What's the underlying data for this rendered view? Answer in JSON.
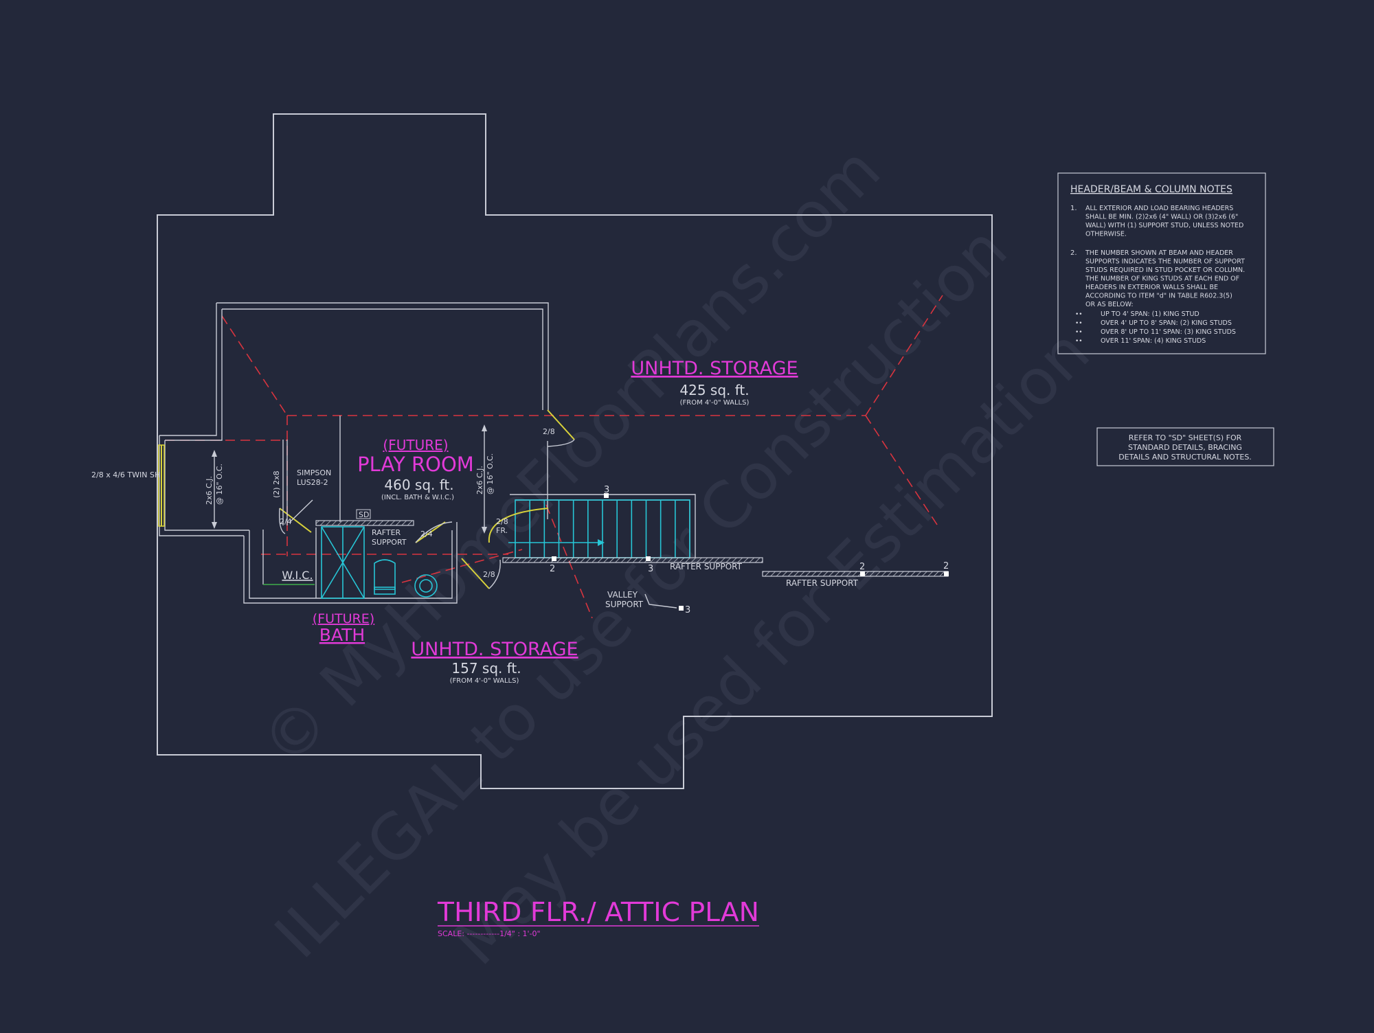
{
  "drawing": {
    "title": "THIRD FLR./ ATTIC PLAN",
    "scale": "SCALE: ------------1/4\" : 1'-0\""
  },
  "watermark": {
    "line1": "© MyHomeFloorPlans.com",
    "line2": "ILLEGAL to use for Construction",
    "line3": "May be used for Estimation"
  },
  "rooms": {
    "unhtd_storage_top": {
      "name": "UNHTD. STORAGE",
      "area": "425 sq. ft.",
      "note": "(FROM 4'-0\" WALLS)"
    },
    "play_room": {
      "prefix": "(FUTURE)",
      "name": "PLAY ROOM",
      "area": "460 sq. ft.",
      "note": "(INCL. BATH & W.I.C.)"
    },
    "bath": {
      "prefix": "(FUTURE)",
      "name": "BATH"
    },
    "wic": {
      "name": "W.I.C."
    },
    "unhtd_storage_bottom": {
      "name": "UNHTD. STORAGE",
      "area": "157 sq. ft.",
      "note": "(FROM 4'-0\" WALLS)"
    }
  },
  "labels": {
    "window": "2/8 x 4/6 TWIN SH",
    "cj_left_1": "2x6 C.J.",
    "cj_left_2": "@ 16\" O.C.",
    "cj_mid_1": "2x6 C.J.",
    "cj_mid_2": "@ 16\" O.C.",
    "header_2x8": "(2) 2x8",
    "simpson_1": "SIMPSON",
    "simpson_2": "LUS28-2",
    "sd": "SD",
    "rafter_support_small_1": "RAFTER",
    "rafter_support_small_2": "SUPPORT",
    "door_2_4_a": "2/4",
    "door_2_4_b": "2/4",
    "door_2_8_a": "2/8",
    "door_2_8_b": "2/8",
    "door_2_8_fr_1": "2/8",
    "door_2_8_fr_2": "FR.",
    "rafter_support_1": "RAFTER SUPPORT",
    "rafter_support_2": "RAFTER SUPPORT",
    "valley_support_1": "VALLEY",
    "valley_support_2": "SUPPORT",
    "num_3a": "3",
    "num_2a": "2",
    "num_3b": "3",
    "num_3c": "3",
    "num_2b": "2",
    "num_2c": "2"
  },
  "notes": {
    "title": "HEADER/BEAM & COLUMN NOTES",
    "n1_num": "1.",
    "n1": [
      "ALL EXTERIOR AND LOAD BEARING HEADERS",
      "SHALL BE MIN. (2)2x6 (4\" WALL) OR (3)2x6 (6\"",
      "WALL) WITH (1) SUPPORT STUD, UNLESS NOTED",
      "OTHERWISE."
    ],
    "n2_num": "2.",
    "n2": [
      "THE NUMBER SHOWN AT BEAM AND HEADER",
      "SUPPORTS INDICATES THE NUMBER OF SUPPORT",
      "STUDS REQUIRED IN STUD POCKET OR COLUMN.",
      "THE NUMBER OF KING STUDS AT EACH END OF",
      "HEADERS IN EXTERIOR WALLS SHALL BE",
      "ACCORDING TO ITEM \"d\" IN TABLE R602.3(5)",
      "OR AS BELOW:"
    ],
    "bullets": [
      "UP TO 4' SPAN: (1) KING STUD",
      "OVER 4' UP TO 8' SPAN: (2) KING STUDS",
      "OVER 8' UP TO 11' SPAN: (3) KING STUDS",
      "OVER 11' SPAN: (4) KING STUDS"
    ]
  },
  "refer_note": [
    "REFER TO \"SD\" SHEET(S) FOR",
    "STANDARD DETAILS, BRACING",
    "DETAILS AND STRUCTURAL NOTES."
  ],
  "colors": {
    "background": "#23283a",
    "lines": "#c9ccd6",
    "room_labels": "#e23ad8",
    "dashed_ridges": "#d9343f",
    "stairs": "#27c6d6",
    "doors": "#d8d23a"
  }
}
